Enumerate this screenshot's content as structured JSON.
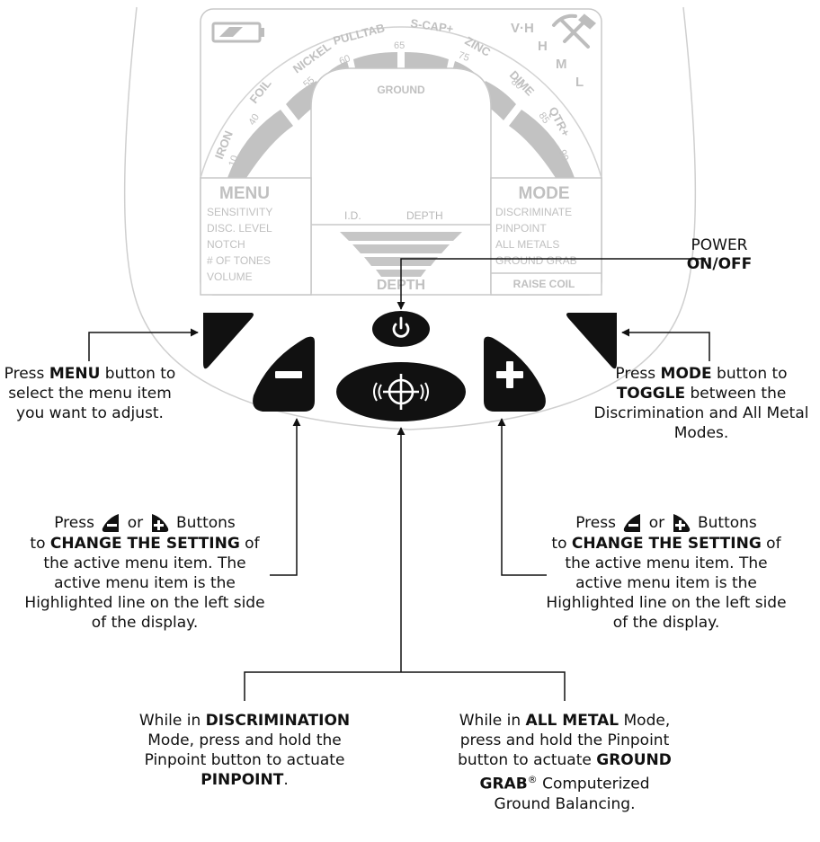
{
  "display": {
    "targets": [
      "IRON",
      "FOIL",
      "NICKEL",
      "PULLTAB",
      "S-CAP+",
      "ZINC",
      "DIME",
      "QTR+"
    ],
    "id_scale": [
      "10",
      "40",
      "55",
      "60",
      "65",
      "75",
      "80",
      "85",
      "99"
    ],
    "ground_label": "GROUND",
    "sensitivity_levels": [
      "V·H",
      "H",
      "M",
      "L"
    ],
    "menu_title": "MENU",
    "menu_items": [
      "SENSITIVITY",
      "DISC. LEVEL",
      "NOTCH",
      "# OF TONES",
      "VOLUME"
    ],
    "mode_title": "MODE",
    "mode_items": [
      "DISCRIMINATE",
      "PINPOINT",
      "ALL METALS",
      "GROUND GRAB"
    ],
    "raise_coil": "RAISE COIL",
    "id_label": "I.D.",
    "depth_label": "DEPTH",
    "depth_bottom_label": "DEPTH"
  },
  "callouts": {
    "power": {
      "line1": "POWER",
      "line2": "ON/OFF"
    },
    "menu_button": {
      "pre": "Press ",
      "bold": "MENU",
      "post": " button to select the menu item you want to adjust."
    },
    "mode_button": {
      "pre": "Press ",
      "bold": "MODE",
      "mid": " button to ",
      "bold2": "TOGGLE",
      "post": " between the Discrimination and All Metal Modes."
    },
    "minus_side": {
      "pre": "Press",
      "or": "or",
      "buttons": "Buttons",
      "to": "to ",
      "bold": "CHANGE THE SETTING",
      "post": " of the active menu item. The active menu item is the Highlighted line on the left side of the display."
    },
    "plus_side": {
      "pre": "Press",
      "or": "or",
      "buttons": "Buttons",
      "to": "to ",
      "bold": "CHANGE THE SETTING",
      "post": " of the active menu item. The active menu item is the Highlighted line on the left side of the display."
    },
    "discrimination": {
      "pre": "While in ",
      "bold": "DISCRIMINATION",
      "mid": " Mode, press and hold the Pinpoint button to actuate ",
      "bold2": "PINPOINT",
      "post": "."
    },
    "all_metal": {
      "pre": "While in ",
      "bold": "ALL METAL",
      "mid": " Mode, press and hold the Pinpoint button to actuate ",
      "bold2": "GROUND GRAB",
      "reg": "®",
      "post": " Computerized Ground Balancing."
    }
  }
}
